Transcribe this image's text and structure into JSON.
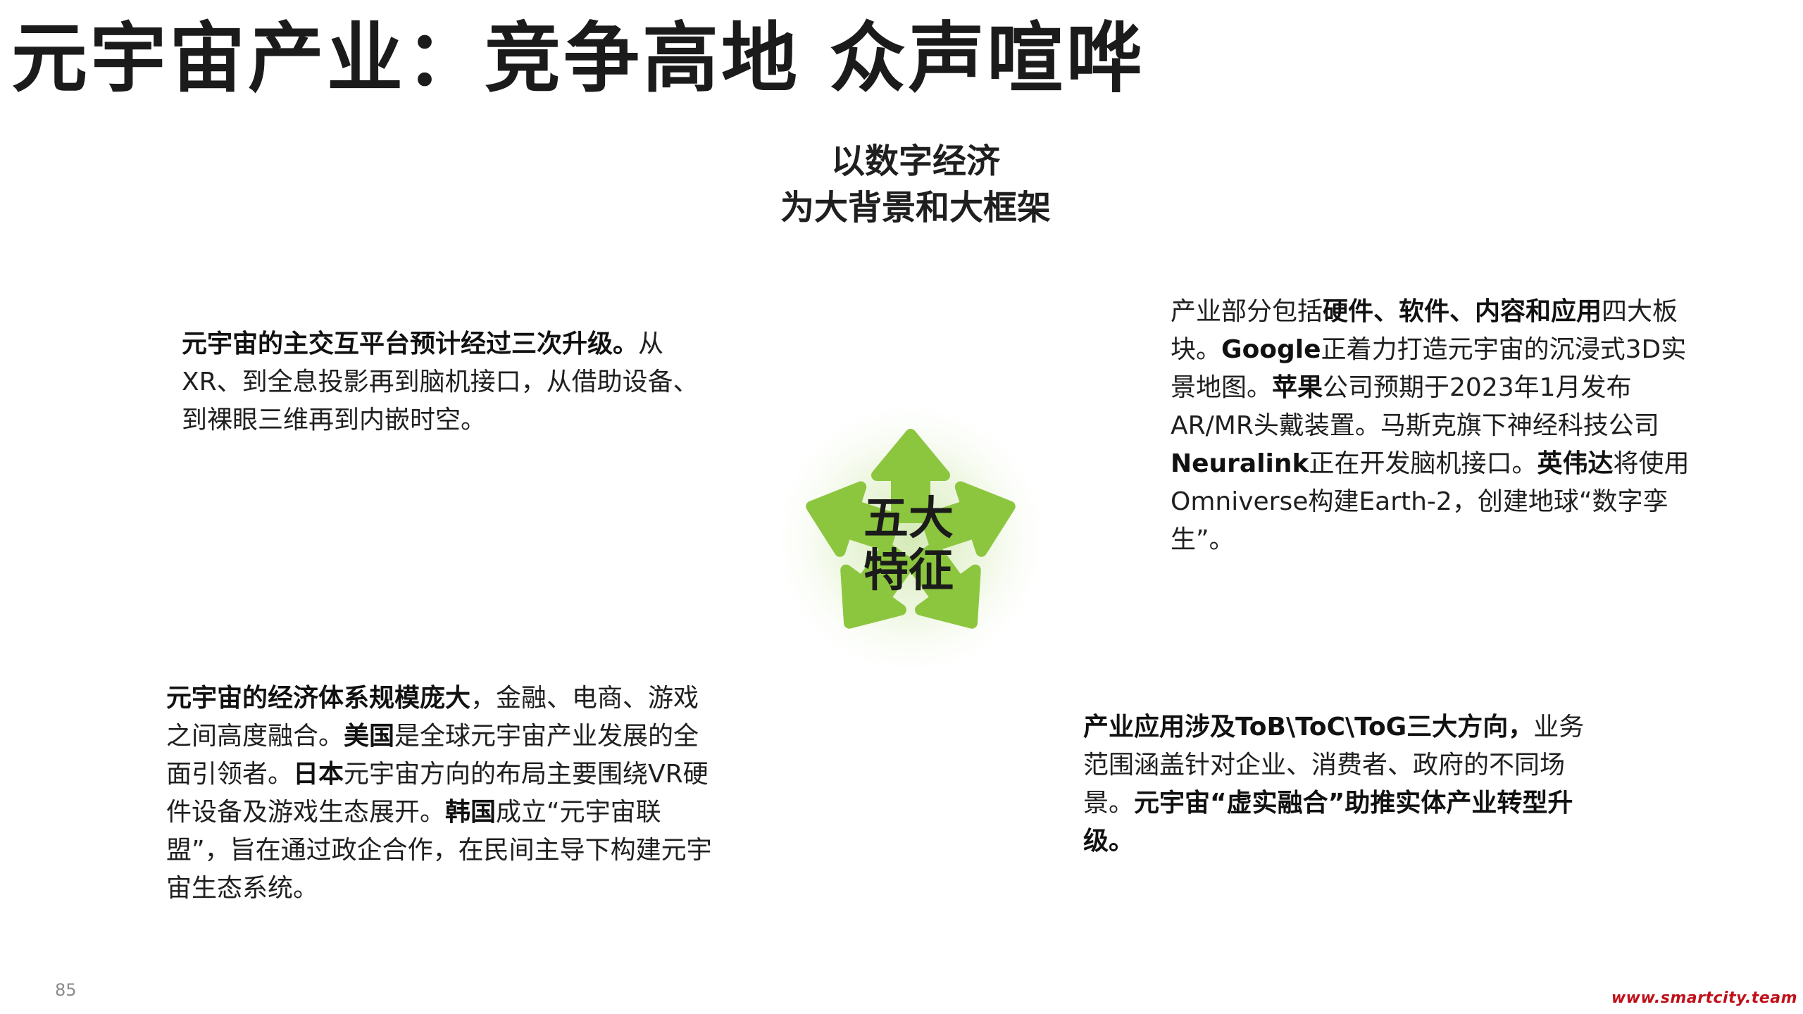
{
  "title": "元宇宙产业：竞争高地 众声喧哗",
  "subtitle": {
    "line1": "以数字经济",
    "line2": "为大背景和大框架"
  },
  "center": {
    "line1": "五大",
    "line2": "特征"
  },
  "accent_color": "#8cc63f",
  "blocks": {
    "top_left": [
      {
        "text": "元宇宙的主交互平台预计经过三次升级。",
        "bold": true
      },
      {
        "text": "从XR、到全息投影再到脑机接口，从借助设备、到裸眼三维再到内嵌时空。",
        "bold": false
      }
    ],
    "top_right": [
      {
        "text": "产业部分包括",
        "bold": false
      },
      {
        "text": "硬件、软件、内容和应用",
        "bold": true
      },
      {
        "text": "四大板块。",
        "bold": false
      },
      {
        "text": "Google",
        "bold": true
      },
      {
        "text": "正着力打造元宇宙的沉浸式3D实景地图。",
        "bold": false
      },
      {
        "text": "苹果",
        "bold": true
      },
      {
        "text": "公司预期于2023年1月发布AR/MR头戴装置。马斯克旗下神经科技公司",
        "bold": false
      },
      {
        "text": "Neuralink",
        "bold": true
      },
      {
        "text": "正在开发脑机接口。",
        "bold": false
      },
      {
        "text": "英伟达",
        "bold": true
      },
      {
        "text": "将使用Omniverse构建Earth-2，创建地球“数字孪生”。",
        "bold": false
      }
    ],
    "bottom_left": [
      {
        "text": "元宇宙的经济体系规模庞大",
        "bold": true
      },
      {
        "text": "，金融、电商、游戏之间高度融合。",
        "bold": false
      },
      {
        "text": "美国",
        "bold": true
      },
      {
        "text": "是全球元宇宙产业发展的全面引领者。",
        "bold": false
      },
      {
        "text": "日本",
        "bold": true
      },
      {
        "text": "元宇宙方向的布局主要围绕VR硬件设备及游戏生态展开。",
        "bold": false
      },
      {
        "text": "韩国",
        "bold": true
      },
      {
        "text": "成立“元宇宙联盟”，旨在通过政企合作，在民间主导下构建元宇宙生态系统。",
        "bold": false
      }
    ],
    "bottom_right": [
      {
        "text": "产业应用涉及ToB\\ToC\\ToG三大方向，",
        "bold": true
      },
      {
        "text": "业务范围涵盖针对企业、消费者、政府的不同场景。",
        "bold": false
      },
      {
        "text": "元宇宙“虚实融合”助推实体产业转型升级。",
        "bold": true
      }
    ]
  },
  "page_number": "85",
  "watermark": "www.smartcity.team"
}
